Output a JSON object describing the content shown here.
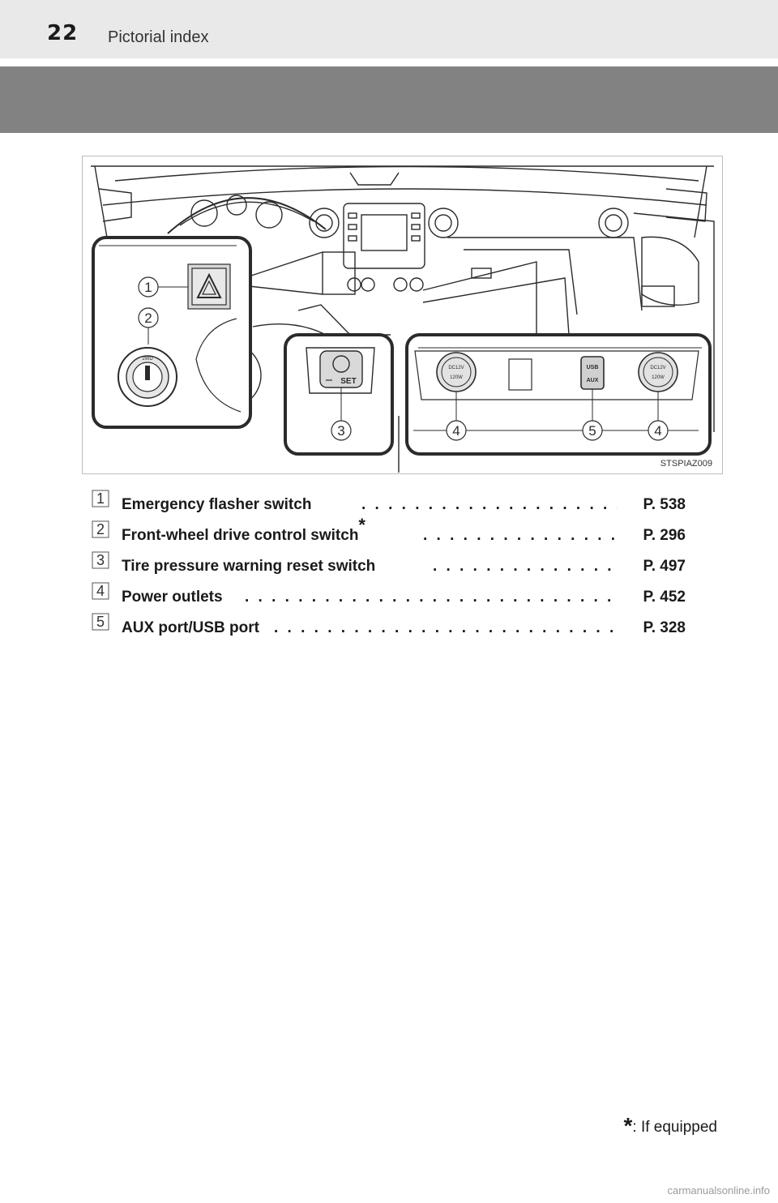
{
  "header": {
    "page_number": "22",
    "section_title": "Pictorial index"
  },
  "figure": {
    "code": "STSPIAZ009",
    "callouts": [
      "1",
      "2",
      "3",
      "4",
      "5",
      "4"
    ],
    "set_label": "SET",
    "usb_label": "USB",
    "aux_label": "AUX",
    "2wd_label": "2WD"
  },
  "items": [
    {
      "num": "1",
      "label": "Emergency flasher switch",
      "starred": false,
      "dots": ". . . . . . . . . . . . . . . . . . . . . . . . . .",
      "page": "P. 538"
    },
    {
      "num": "2",
      "label": "Front-wheel drive control switch",
      "starred": true,
      "dots": ". . . . . . . . . . . . . . . . . . . .",
      "page": "P. 296"
    },
    {
      "num": "3",
      "label": "Tire pressure warning reset switch",
      "starred": false,
      "dots": ". . . . . . . . . . . . . . . . . . .",
      "page": "P. 497"
    },
    {
      "num": "4",
      "label": "Power outlets",
      "starred": false,
      "dots": ". . . . . . . . . . . . . . . . . . . . . . . . . . . . . . . . . . . .",
      "page": "P. 452"
    },
    {
      "num": "5",
      "label": "AUX port/USB port",
      "starred": false,
      "dots": ". . . . . . . . . . . . . . . . . . . . . . . . . . . . . . . .",
      "page": "P. 328"
    }
  ],
  "footnote": {
    "star": "*",
    "text": ": If equipped"
  },
  "watermark": "carmanualsonline.info"
}
